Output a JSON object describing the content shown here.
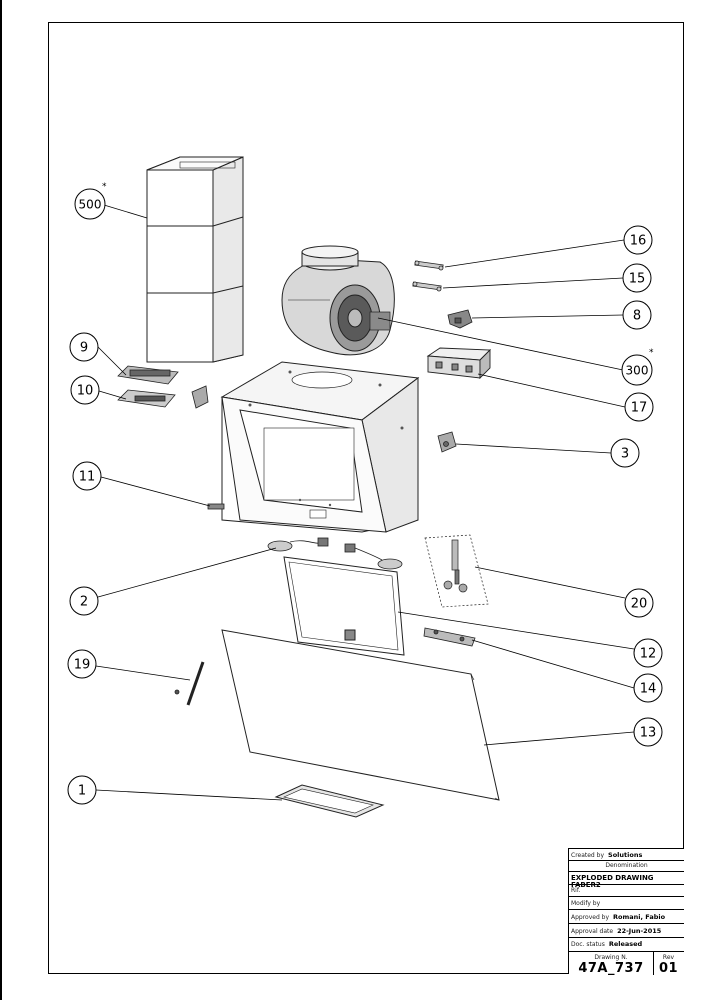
{
  "drawing": {
    "callouts": [
      {
        "id": "500",
        "label": "500",
        "star": "*"
      },
      {
        "id": "16",
        "label": "16"
      },
      {
        "id": "15",
        "label": "15"
      },
      {
        "id": "8",
        "label": "8"
      },
      {
        "id": "9",
        "label": "9"
      },
      {
        "id": "300",
        "label": "300",
        "star": "*"
      },
      {
        "id": "10",
        "label": "10"
      },
      {
        "id": "17",
        "label": "17"
      },
      {
        "id": "3",
        "label": "3"
      },
      {
        "id": "11",
        "label": "11"
      },
      {
        "id": "2",
        "label": "2"
      },
      {
        "id": "20",
        "label": "20"
      },
      {
        "id": "12",
        "label": "12"
      },
      {
        "id": "19",
        "label": "19"
      },
      {
        "id": "14",
        "label": "14"
      },
      {
        "id": "13",
        "label": "13"
      },
      {
        "id": "1",
        "label": "1"
      }
    ]
  },
  "title_block": {
    "created_by_label": "Created by",
    "created_by_value": "Solutions",
    "denomination_label": "Denomination",
    "denomination_value": "EXPLODED DRAWING FABER2",
    "rif_label": "Rif.",
    "modify_label": "Modify by",
    "approved_by_label": "Approved by",
    "approved_by_value": "Romani, Fabio",
    "approval_date_label": "Approval date",
    "approval_date_value": "22-Jun-2015",
    "doc_status_label": "Doc. status",
    "doc_status_value": "Released",
    "drawing_n_label": "Drawing N.",
    "drawing_n_value": "47A_737",
    "rev_label": "Rev",
    "rev_value": "01"
  }
}
